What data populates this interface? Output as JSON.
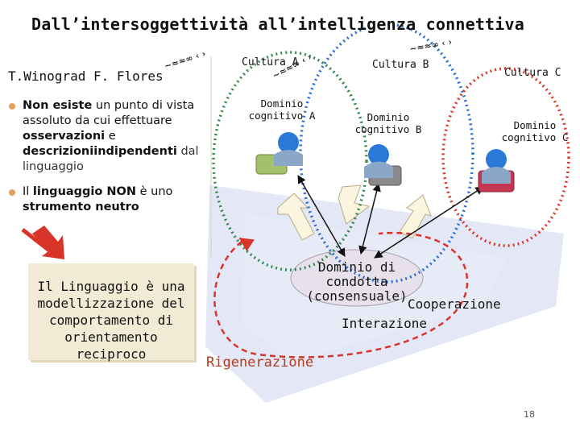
{
  "title": "Dall’intersoggettività all’intelligenza connettiva",
  "authors": "T.Winograd F. Flores",
  "bullets": {
    "b1": {
      "strong1": "Non esiste",
      "t1": " un punto di vista assoluto da cui effettuare ",
      "strong2": "osservazioni",
      "t2": " e ",
      "strong3": "descrizioniindipendenti",
      "t3": " dal linguaggio"
    },
    "b2": {
      "t1": "Il ",
      "strong1": "linguaggio NON",
      "t2": " è uno ",
      "strong2": "strumento neutro"
    }
  },
  "note": {
    "lines": [
      "Il Linguaggio è una",
      "modellizzazione del",
      "comportamento di",
      "orientamento",
      "reciproco"
    ]
  },
  "cultures": {
    "a": "Cultura A",
    "b": "Cultura B",
    "c": "Cultura C"
  },
  "domains": {
    "a": [
      "Dominio",
      "cognitivo A"
    ],
    "b": [
      "Dominio",
      "cognitivo B"
    ],
    "c": [
      "Dominio",
      "cognitivo C"
    ]
  },
  "conduct_domain": [
    "Dominio di condotta",
    "(consensuale)"
  ],
  "cooperation": "Cooperazione",
  "interaction": "Interazione",
  "regeneration": "Rigenerazione",
  "page_number": "18",
  "colors": {
    "green_circle": "#3a8a52",
    "red_circle": "#d93a2a",
    "blue_circle": "#2e6fd0",
    "person_head": "#2a79d8",
    "person_a": "#a4c06a",
    "person_b": "#8a8a8a",
    "person_c": "#c4394f",
    "panel": "#f3ead6",
    "arrow": "#d9342a"
  }
}
